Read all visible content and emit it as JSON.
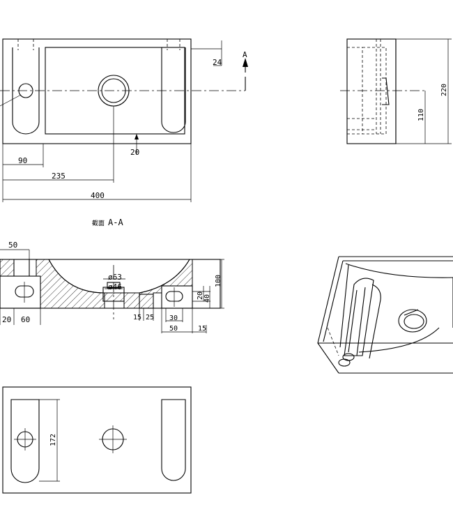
{
  "top_view": {
    "dims": {
      "d24": "24",
      "d20": "20",
      "d90": "90",
      "d235": "235",
      "d400": "400"
    },
    "section_arrow_label": "A"
  },
  "side_view": {
    "dims": {
      "d220": "220",
      "d110": "110"
    }
  },
  "section_view": {
    "title_prefix": "截面",
    "title": "A-A",
    "dims": {
      "d50": "50",
      "phi63": "ø63",
      "phi46": "ø46",
      "d100": "100",
      "d20r": "20",
      "d40": "40",
      "d20l": "20",
      "d60": "60",
      "d15a": "15",
      "d25": "25",
      "d30": "30",
      "d50b": "50",
      "d15b": "15"
    }
  },
  "bottom_view": {
    "dims": {
      "d172": "172"
    }
  }
}
